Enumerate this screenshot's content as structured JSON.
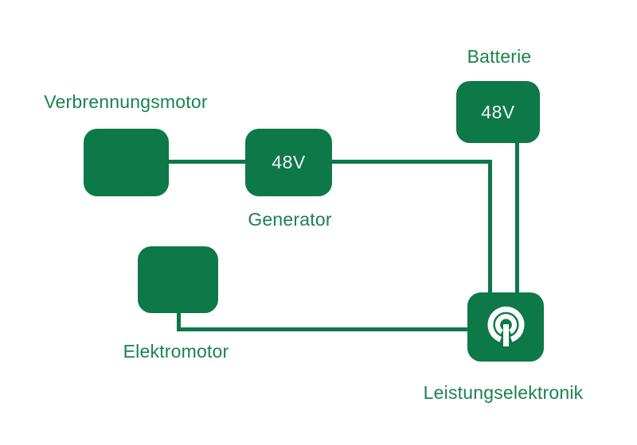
{
  "diagram": {
    "background": "#ffffff",
    "accent_green": "#0d7848",
    "label_green": "#1a8251",
    "value_text_color": "#f4f4f4",
    "nodes": {
      "verbrennungsmotor": {
        "label": "Verbrennungsmotor"
      },
      "generator": {
        "label": "Generator",
        "value": "48V"
      },
      "batterie": {
        "label": "Batterie",
        "value": "48V"
      },
      "elektromotor": {
        "label": "Elektromotor"
      },
      "leistungselektronik": {
        "label": "Leistungselektronik",
        "icon": "power-coil-icon"
      }
    },
    "edges": [
      {
        "from": "verbrennungsmotor",
        "to": "generator"
      },
      {
        "from": "generator",
        "to": "leistungselektronik"
      },
      {
        "from": "batterie",
        "to": "leistungselektronik"
      },
      {
        "from": "elektromotor",
        "to": "leistungselektronik"
      }
    ]
  }
}
